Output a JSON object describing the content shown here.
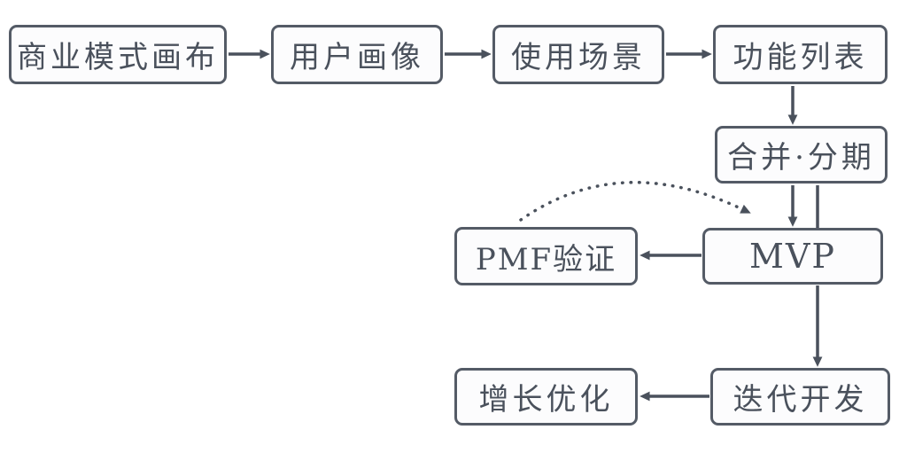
{
  "diagram": {
    "type": "flowchart",
    "colors": {
      "background": "#FFFFFF",
      "node_border": "#545B66",
      "node_fill": "#FCFCFD",
      "text": "#4A515C",
      "arrow": "#4A515C"
    },
    "nodes": [
      {
        "id": "business-model-canvas",
        "label": "商业模式画布"
      },
      {
        "id": "user-persona",
        "label": "用户画像"
      },
      {
        "id": "usage-scenarios",
        "label": "使用场景"
      },
      {
        "id": "feature-list",
        "label": "功能列表"
      },
      {
        "id": "merge-phase",
        "label": "合并·分期"
      },
      {
        "id": "mvp",
        "label": "MVP"
      },
      {
        "id": "pmf-validation",
        "label": "PMF验证"
      },
      {
        "id": "iterative-development",
        "label": "迭代开发"
      },
      {
        "id": "growth-optimization",
        "label": "增长优化"
      }
    ],
    "edges": [
      {
        "from": "business-model-canvas",
        "to": "user-persona",
        "style": "solid-arrow"
      },
      {
        "from": "user-persona",
        "to": "usage-scenarios",
        "style": "solid-arrow"
      },
      {
        "from": "usage-scenarios",
        "to": "feature-list",
        "style": "solid-arrow"
      },
      {
        "from": "feature-list",
        "to": "merge-phase",
        "style": "solid-arrow"
      },
      {
        "from": "merge-phase",
        "to": "mvp",
        "style": "solid-arrow"
      },
      {
        "from": "merge-phase",
        "to": "mvp",
        "style": "plain-line"
      },
      {
        "from": "mvp",
        "to": "pmf-validation",
        "style": "solid-arrow"
      },
      {
        "from": "mvp",
        "to": "iterative-development",
        "style": "solid-arrow"
      },
      {
        "from": "iterative-development",
        "to": "growth-optimization",
        "style": "solid-arrow"
      },
      {
        "from": "pmf-validation",
        "to": "mvp",
        "style": "dotted-curved-arrow"
      }
    ]
  }
}
